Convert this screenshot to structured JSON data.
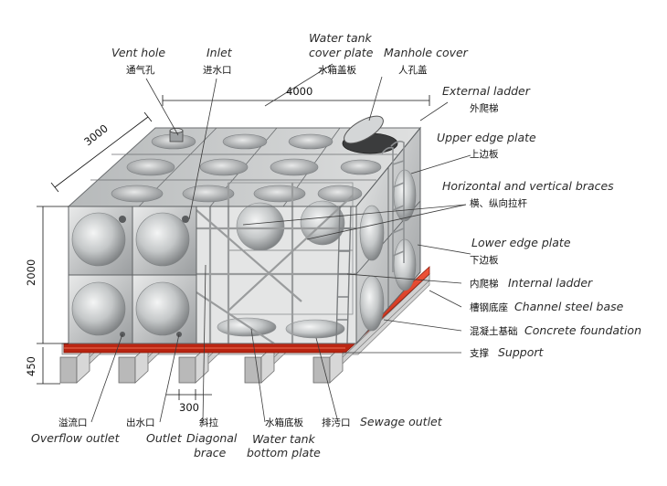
{
  "dimensions": {
    "length": "4000",
    "width": "3000",
    "height": "2000",
    "support_height": "450",
    "support_spacing": "300"
  },
  "labels": {
    "vent_hole": {
      "en": "Vent hole",
      "zh": "通气孔"
    },
    "inlet": {
      "en": "Inlet",
      "zh": "进水口"
    },
    "cover_plate": {
      "en_line1": "Water tank",
      "en_line2": "cover plate",
      "zh": "水箱盖板"
    },
    "manhole_cover": {
      "en": "Manhole cover",
      "zh": "人孔盖"
    },
    "external_ladder": {
      "en": "External ladder",
      "zh": "外爬梯"
    },
    "upper_edge_plate": {
      "en": "Upper edge plate",
      "zh": "上边板"
    },
    "braces": {
      "en": "Horizontal and vertical braces",
      "zh": "横、纵向拉杆"
    },
    "lower_edge_plate": {
      "en": "Lower edge plate",
      "zh": "下边板"
    },
    "internal_ladder": {
      "en": "Internal ladder",
      "zh": "内爬梯"
    },
    "channel_steel_base": {
      "en": "Channel steel base",
      "zh": "槽钢底座"
    },
    "concrete_foundation": {
      "en": "Concrete foundation",
      "zh": "混凝土基础"
    },
    "support": {
      "en": "Support",
      "zh": "支撑"
    },
    "overflow_outlet": {
      "en": "Overflow outlet",
      "zh": "溢流口"
    },
    "outlet": {
      "en": "Outlet",
      "zh": "出水口"
    },
    "diagonal_brace": {
      "en_line1": "Diagonal",
      "en_line2": "brace",
      "zh": "斜拉"
    },
    "bottom_plate": {
      "en_line1": "Water tank",
      "en_line2": "bottom plate",
      "zh": "水箱底板"
    },
    "sewage_outlet": {
      "en": "Sewage outlet",
      "zh": "排污口"
    }
  },
  "colors": {
    "channel_base": "#d9361f",
    "panel": "#c9cbcc",
    "panel_dark": "#8e9193"
  }
}
